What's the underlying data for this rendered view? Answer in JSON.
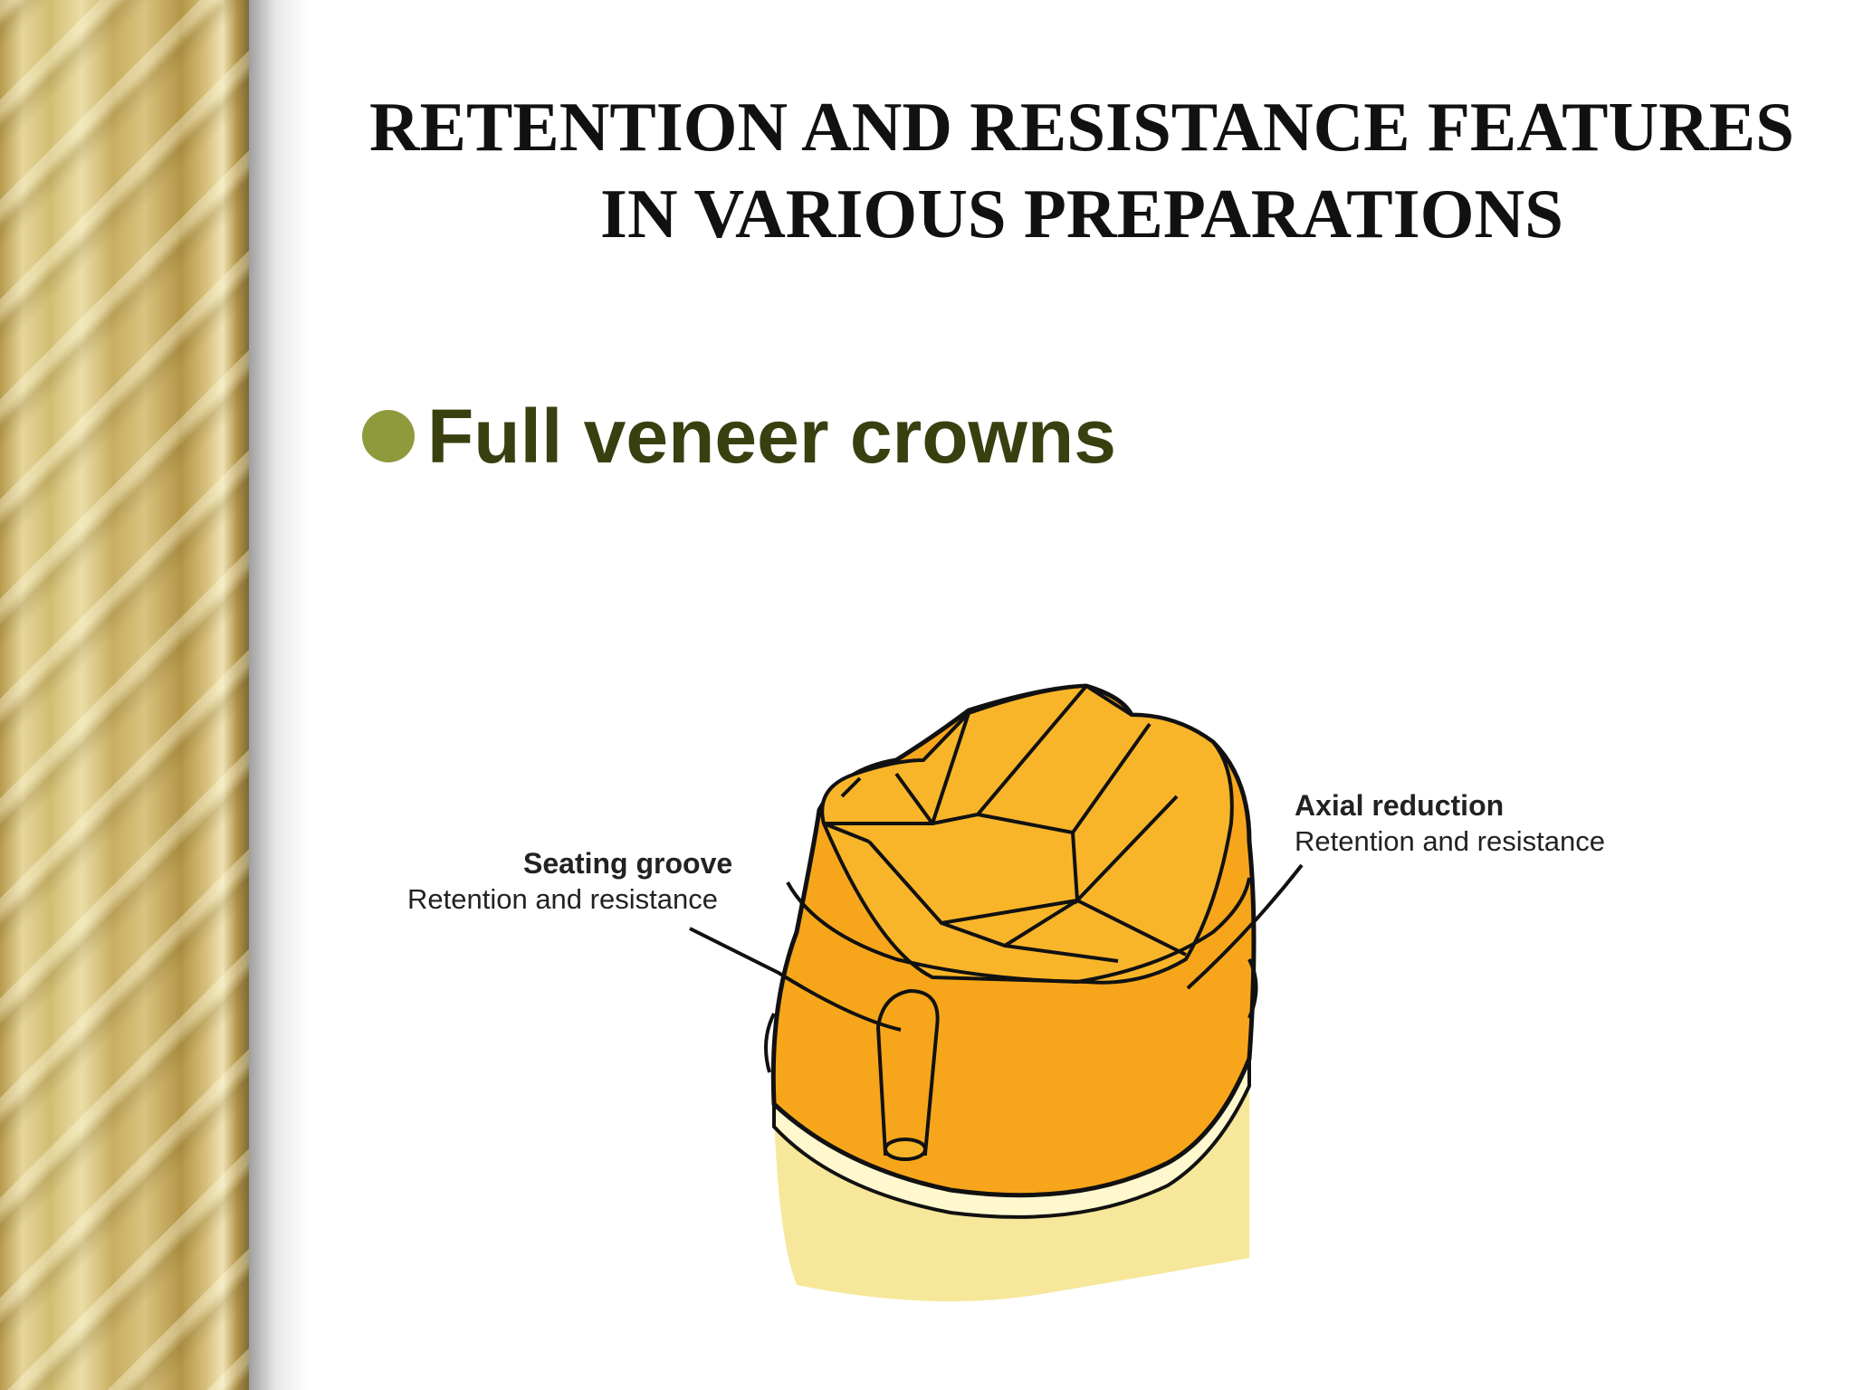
{
  "slide": {
    "title_line1": "RETENTION AND RESISTANCE FEATURES",
    "title_line2": "IN VARIOUS PREPARATIONS",
    "bullet": "Full veneer crowns"
  },
  "figure": {
    "left_label": {
      "heading": "Seating groove",
      "caption": "Retention and resistance"
    },
    "right_label": {
      "heading": "Axial reduction",
      "caption": "Retention and resistance"
    },
    "colors": {
      "crown_fill": "#f7a61b",
      "crown_top": "#f9b52a",
      "root_fill": "#f6e79a",
      "band_fill": "#fff8cf",
      "outline": "#111111"
    }
  }
}
